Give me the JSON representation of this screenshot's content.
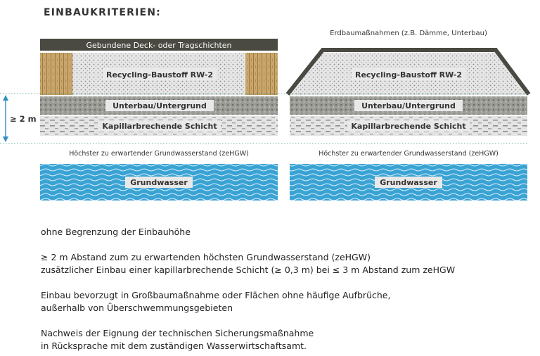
{
  "title": "EINBAUKRITERIEN:",
  "left_panel": {
    "top_label": "Gebundene Deck- oder Tragschichten",
    "recycling": "Recycling-Baustoff RW-2",
    "unterbau": "Unterbau/Untergrund",
    "kapillar": "Kapillarbrechende Schicht",
    "grundwasserstand": "Höchster zu erwartender Grundwasserstand (zeHGW)",
    "grundwasser": "Grundwasser"
  },
  "right_panel": {
    "top_label": "Erdbaumaßnahmen (z.B. Dämme, Unterbau)",
    "recycling": "Recycling-Baustoff RW-2",
    "unterbau": "Unterbau/Untergrund",
    "kapillar": "Kapillarbrechende Schicht",
    "grundwasserstand": "Höchster zu erwartender Grundwasserstand (zeHGW)",
    "grundwasser": "Grundwasser"
  },
  "distance_label": "≥ 2 m",
  "colors": {
    "dark_band": "#4a4a42",
    "wood": "#c9a66b",
    "recycling_bg": "#e6e6e6",
    "unterbau_bg": "#9c9c96",
    "kapillar_bg": "#e4e4e4",
    "water_bg": "#3aa3d4",
    "arrow": "#2f8fc4",
    "label_box": "#e9e9e9"
  },
  "text_blocks": [
    "ohne Begrenzung der Einbauhöhe",
    "≥ 2 m Abstand zum zu erwartenden höchsten Grundwasserstand (zeHGW)",
    "zusätzlicher Einbau einer kapillarbrechende Schicht (≥ 0,3 m) bei ≤ 3 m Abstand zum zeHGW",
    "Einbau bevorzugt in Großbaumaßnahme oder Flächen ohne häufige Aufbrüche,",
    "außerhalb von Überschwemmungsgebieten",
    "Nachweis der Eignung der technischen Sicherungsmaßnahme",
    "in Rücksprache mit dem zuständigen Wasserwirtschaftsamt."
  ]
}
